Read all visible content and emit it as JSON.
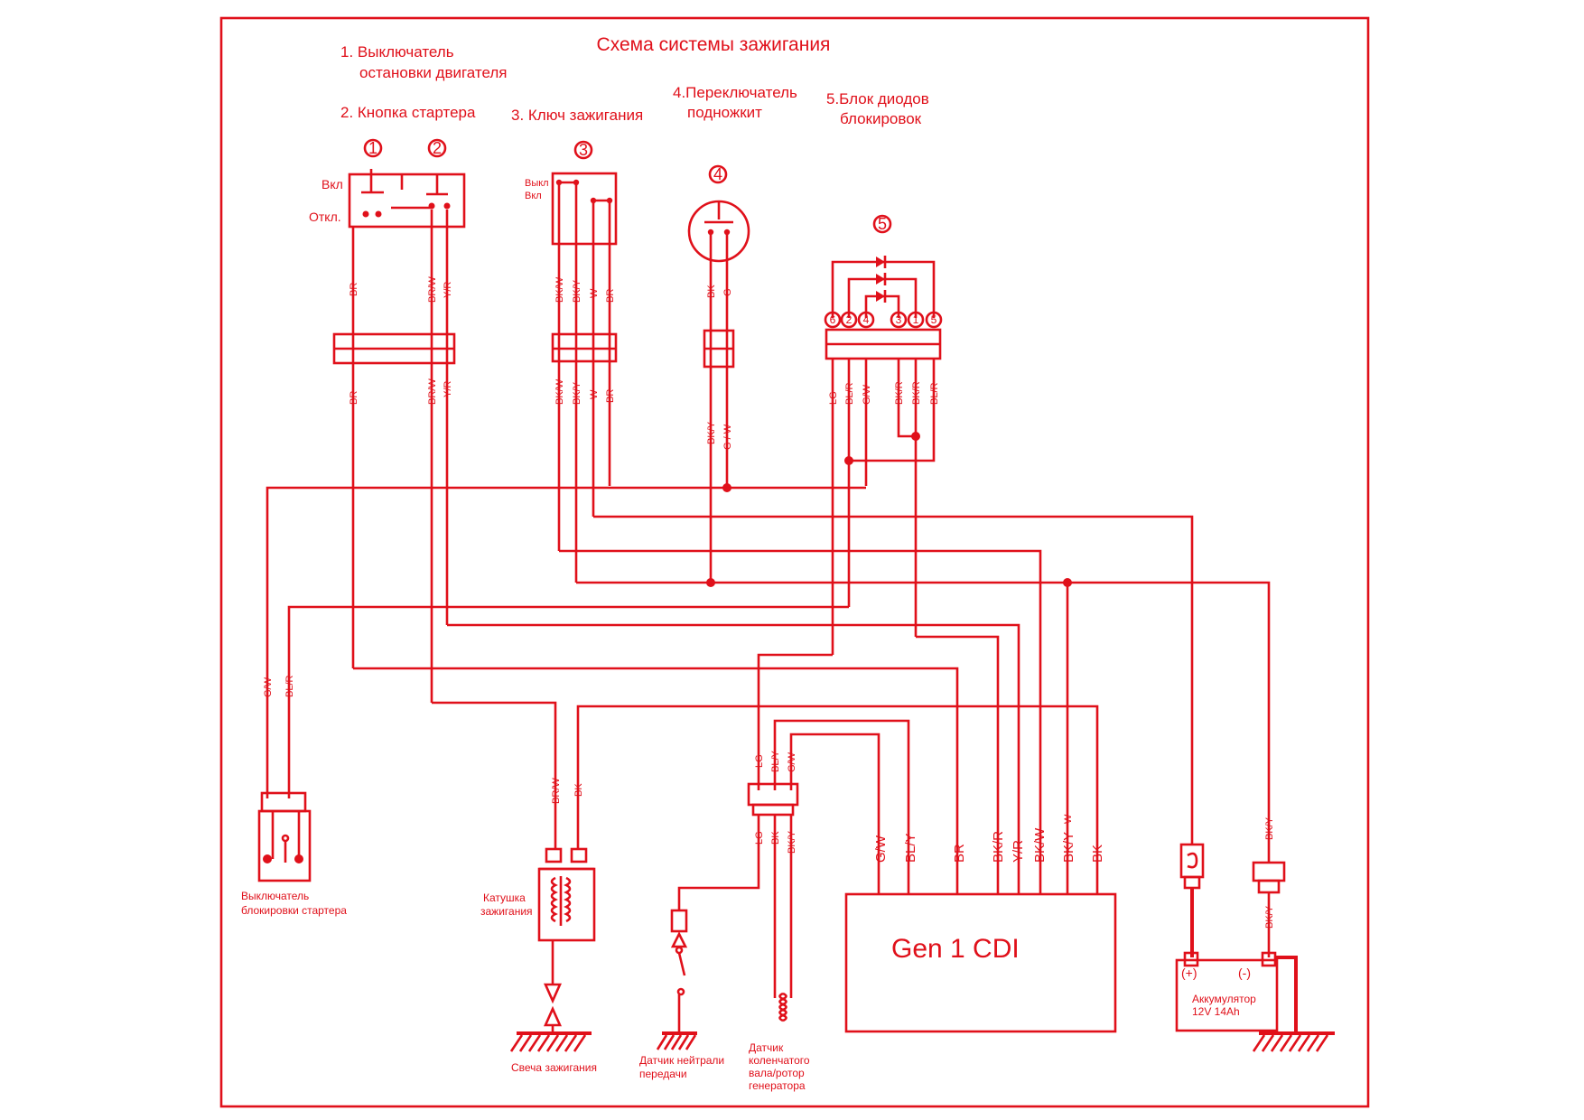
{
  "title": "Схема системы зажигания",
  "colors": {
    "line": "#e0101a",
    "background": "#ffffff"
  },
  "legend": {
    "item1_line1": "1. Выключатель",
    "item1_line2": "остановки двигателя",
    "item2": "2. Кнопка стартера",
    "item3": "3. Ключ зажигания",
    "item4_line1": "4.Переключатель",
    "item4_line2": "подножкит",
    "item5_line1": "5.Блок диодов",
    "item5_line2": "блокировок"
  },
  "markers": {
    "m1": "1",
    "m2": "2",
    "m3": "3",
    "m4": "4",
    "m5": "5"
  },
  "switch1": {
    "on": "Вкл",
    "off": "Откл."
  },
  "key": {
    "off": "Выкл",
    "on": "Вкл"
  },
  "diode_pins": [
    "6",
    "2",
    "4",
    "3",
    "1",
    "5"
  ],
  "wires": {
    "c1_top": [
      "BR",
      "BR/W",
      "Y/R"
    ],
    "c1_bot": [
      "BR",
      "BR/W",
      "Y/R"
    ],
    "c3_top": [
      "BK/W",
      "BK/Y",
      "W",
      "BR"
    ],
    "c3_bot": [
      "BK/W",
      "BK/Y",
      "W",
      "BR"
    ],
    "c4_top": [
      "BK",
      "G"
    ],
    "c4_bot": [
      "BK/Y",
      "G / W"
    ],
    "c5_bot": [
      "LG",
      "BL/R",
      "G/W",
      "BK/R",
      "BK/R",
      "BL/R"
    ],
    "starter": [
      "G/W",
      "BL/R"
    ],
    "coil": [
      "BR/W",
      "BK"
    ],
    "sensor_top": [
      "LG",
      "BL/Y",
      "G/W"
    ],
    "sensor_bot": [
      "LG",
      "BK",
      "BK/Y"
    ],
    "cdi": [
      "G/W",
      "BL/Y",
      "BR",
      "BK/R",
      "Y/R",
      "BK/W",
      "BK/Y",
      "BK"
    ],
    "fuse": "W",
    "relay_top": "BK/Y",
    "relay_bot": "BK/Y"
  },
  "cdi_label": "Gen 1 CDI",
  "battery": {
    "plus": "(+)",
    "minus": "(-)",
    "line1": "Аккумулятор",
    "line2": "12V 14Ah"
  },
  "captions": {
    "starter_l1": "Выключатель",
    "starter_l2": "блокировки стартера",
    "coil_l1": "Катушка",
    "coil_l2": "зажигания",
    "spark": "Свеча зажигания",
    "neutral_l1": "Датчик нейтрали",
    "neutral_l2": "передачи",
    "crank_l1": "Датчик",
    "crank_l2": "коленчатого",
    "crank_l3": "вала/ротор",
    "crank_l4": "генератора"
  }
}
